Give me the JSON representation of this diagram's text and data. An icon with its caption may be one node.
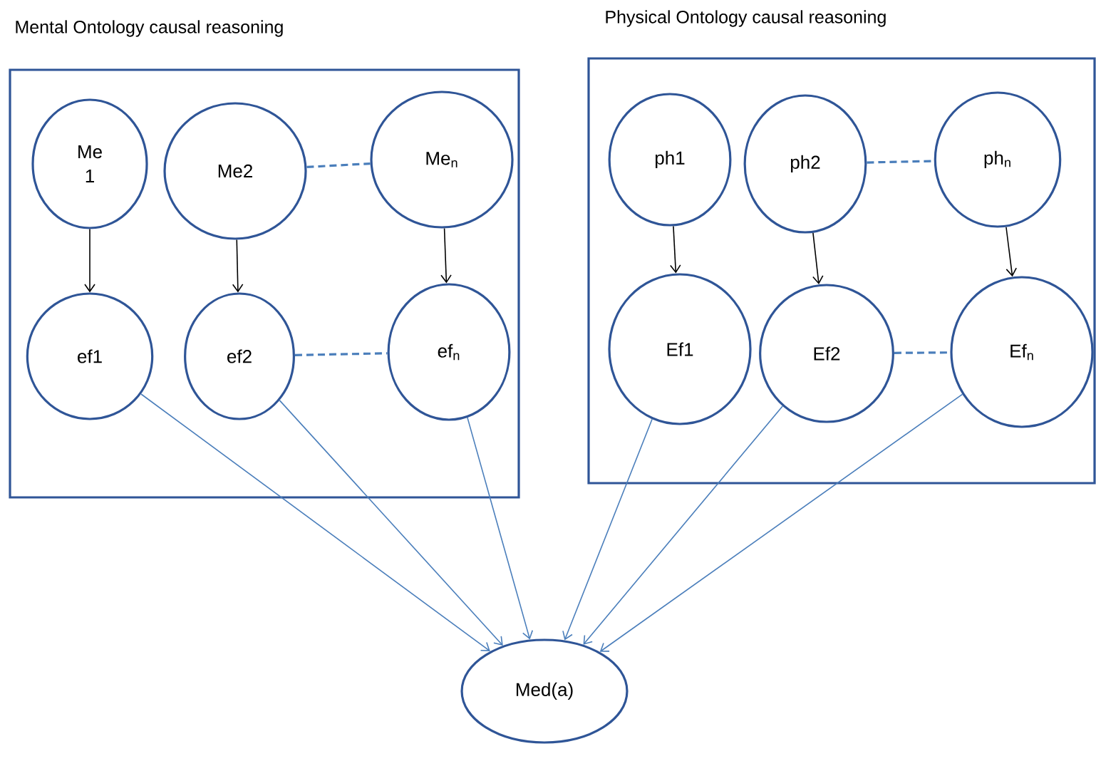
{
  "diagram": {
    "nodes": [
      {
        "text": [
          "Mental Ontology causal reasoning"
        ]
      },
      {
        "text": [
          "Me 1"
        ],
        "in": 0
      },
      {
        "text": [
          "Me2"
        ],
        "in": 0
      },
      {
        "text": [
          "Me$_{n}$"
        ],
        "in": 0
      },
      {
        "text": [
          "ef1"
        ],
        "in": 0
      },
      {
        "text": [
          "ef2"
        ],
        "in": 0
      },
      {
        "text": [
          "ef$_{n}$"
        ],
        "in": 0
      },
      {
        "text": [
          "Physical Ontology causal reasoning"
        ]
      },
      {
        "text": [
          "ph1"
        ],
        "in": 7
      },
      {
        "text": [
          "ph2"
        ],
        "in": 7
      },
      {
        "text": [
          "ph$_{n}$"
        ],
        "in": 7
      },
      {
        "text": [
          "Ef1"
        ],
        "in": 7
      },
      {
        "text": [
          "Ef2"
        ],
        "in": 7
      },
      {
        "text": [
          "Ef$_{n}$"
        ],
        "in": 7
      },
      {
        "text": [
          "Med(a)"
        ]
      }
    ],
    "edges": [
      {
        "from": 1,
        "to": 4,
        "arrow": "to",
        "color": "#000000"
      },
      {
        "from": 2,
        "to": 5,
        "arrow": "to",
        "color": "#000000"
      },
      {
        "from": 3,
        "to": 6,
        "arrow": "to",
        "color": "#000000"
      },
      {
        "from": 2,
        "to": 3,
        "arrow": "none",
        "style": "dashed"
      },
      {
        "from": 5,
        "to": 6,
        "arrow": "none",
        "style": "dashed"
      },
      {
        "from": 8,
        "to": 11,
        "arrow": "to",
        "color": "#000000"
      },
      {
        "from": 9,
        "to": 12,
        "arrow": "to",
        "color": "#000000"
      },
      {
        "from": 10,
        "to": 13,
        "arrow": "to",
        "color": "#000000"
      },
      {
        "from": 9,
        "to": 10,
        "arrow": "none",
        "style": "dashed"
      },
      {
        "from": 12,
        "to": 13,
        "arrow": "none",
        "style": "dashed"
      },
      {
        "from": 4,
        "to": 14,
        "arrow": "to"
      },
      {
        "from": 5,
        "to": 14,
        "arrow": "to"
      },
      {
        "from": 6,
        "to": 14,
        "arrow": "to"
      },
      {
        "from": 11,
        "to": 14,
        "arrow": "to"
      },
      {
        "from": 12,
        "to": 14,
        "arrow": "to"
      },
      {
        "from": 13,
        "to": 14,
        "arrow": "to"
      }
    ]
  }
}
